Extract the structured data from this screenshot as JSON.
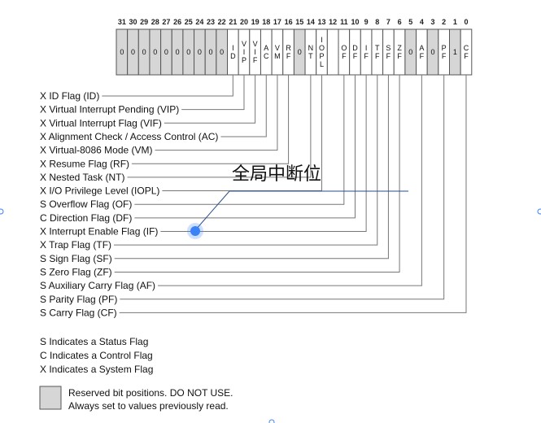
{
  "bits": [
    {
      "n": "31",
      "t": "0",
      "r": true
    },
    {
      "n": "30",
      "t": "0",
      "r": true
    },
    {
      "n": "29",
      "t": "0",
      "r": true
    },
    {
      "n": "28",
      "t": "0",
      "r": true
    },
    {
      "n": "27",
      "t": "0",
      "r": true
    },
    {
      "n": "26",
      "t": "0",
      "r": true
    },
    {
      "n": "25",
      "t": "0",
      "r": true
    },
    {
      "n": "24",
      "t": "0",
      "r": true
    },
    {
      "n": "23",
      "t": "0",
      "r": true
    },
    {
      "n": "22",
      "t": "0",
      "r": true
    },
    {
      "n": "21",
      "t": "ID",
      "r": false
    },
    {
      "n": "20",
      "t": "VIP",
      "r": false
    },
    {
      "n": "19",
      "t": "VIF",
      "r": false
    },
    {
      "n": "18",
      "t": "AC",
      "r": false
    },
    {
      "n": "17",
      "t": "VM",
      "r": false
    },
    {
      "n": "16",
      "t": "RF",
      "r": false
    },
    {
      "n": "15",
      "t": "0",
      "r": true
    },
    {
      "n": "14",
      "t": "NT",
      "r": false
    },
    {
      "n": "13",
      "t": "IOPL",
      "r": false
    },
    {
      "n": "12",
      "t": "",
      "r": false
    },
    {
      "n": "11",
      "t": "OF",
      "r": false
    },
    {
      "n": "10",
      "t": "DF",
      "r": false
    },
    {
      "n": "9",
      "t": "IF",
      "r": false
    },
    {
      "n": "8",
      "t": "TF",
      "r": false
    },
    {
      "n": "7",
      "t": "SF",
      "r": false
    },
    {
      "n": "6",
      "t": "ZF",
      "r": false
    },
    {
      "n": "5",
      "t": "0",
      "r": true
    },
    {
      "n": "4",
      "t": "AF",
      "r": false
    },
    {
      "n": "3",
      "t": "0",
      "r": true
    },
    {
      "n": "2",
      "t": "PF",
      "r": false
    },
    {
      "n": "1",
      "t": "1",
      "r": true
    },
    {
      "n": "0",
      "t": "CF",
      "r": false
    }
  ],
  "flags": [
    {
      "label": "X   ID Flag (ID)",
      "bit": 21
    },
    {
      "label": "X   Virtual Interrupt Pending (VIP)",
      "bit": 20
    },
    {
      "label": "X  Virtual Interrupt Flag (VIF)",
      "bit": 19
    },
    {
      "label": "X  Alignment Check / Access Control (AC)",
      "bit": 18
    },
    {
      "label": "X  Virtual-8086 Mode (VM)",
      "bit": 17
    },
    {
      "label": "X   Resume Flag (RF)",
      "bit": 16
    },
    {
      "label": "X   Nested Task (NT)",
      "bit": 14
    },
    {
      "label": "X  I/O Privilege Level (IOPL)",
      "bit": 13
    },
    {
      "label": "S   Overflow Flag (OF)",
      "bit": 11
    },
    {
      "label": "C   Direction Flag (DF)",
      "bit": 10
    },
    {
      "label": "X  Interrupt Enable Flag (IF)",
      "bit": 9
    },
    {
      "label": "X  Trap Flag (TF)",
      "bit": 8
    },
    {
      "label": "S  Sign Flag (SF)",
      "bit": 7
    },
    {
      "label": "S  Zero Flag (ZF)",
      "bit": 6
    },
    {
      "label": "S  Auxiliary Carry Flag (AF)",
      "bit": 4
    },
    {
      "label": "S  Parity Flag (PF)",
      "bit": 2
    },
    {
      "label": "S  Carry Flag (CF)",
      "bit": 0
    }
  ],
  "legend": [
    "S  Indicates a Status Flag",
    "C  Indicates a Control Flag",
    "X  Indicates a System Flag"
  ],
  "reserved_note": [
    "Reserved bit positions. DO NOT USE.",
    "Always set to values previously read."
  ],
  "annotation": "全局中断位",
  "accent": "#3b82f6"
}
